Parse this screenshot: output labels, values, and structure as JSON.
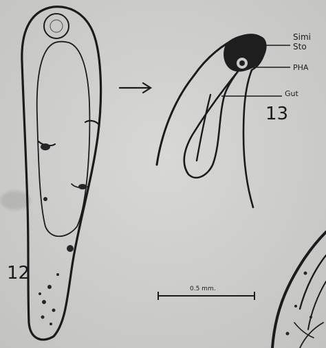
{
  "figure": {
    "specimen_12_number": "12",
    "specimen_13_number": "13",
    "labels": {
      "line1": "Simi",
      "line2": "Sto",
      "pha": "PHA",
      "gut": "Gut"
    },
    "scale_bar_text": "0.5 mm.",
    "colors": {
      "paper": "#cfcfcd",
      "ink": "#1b1b1b"
    }
  }
}
